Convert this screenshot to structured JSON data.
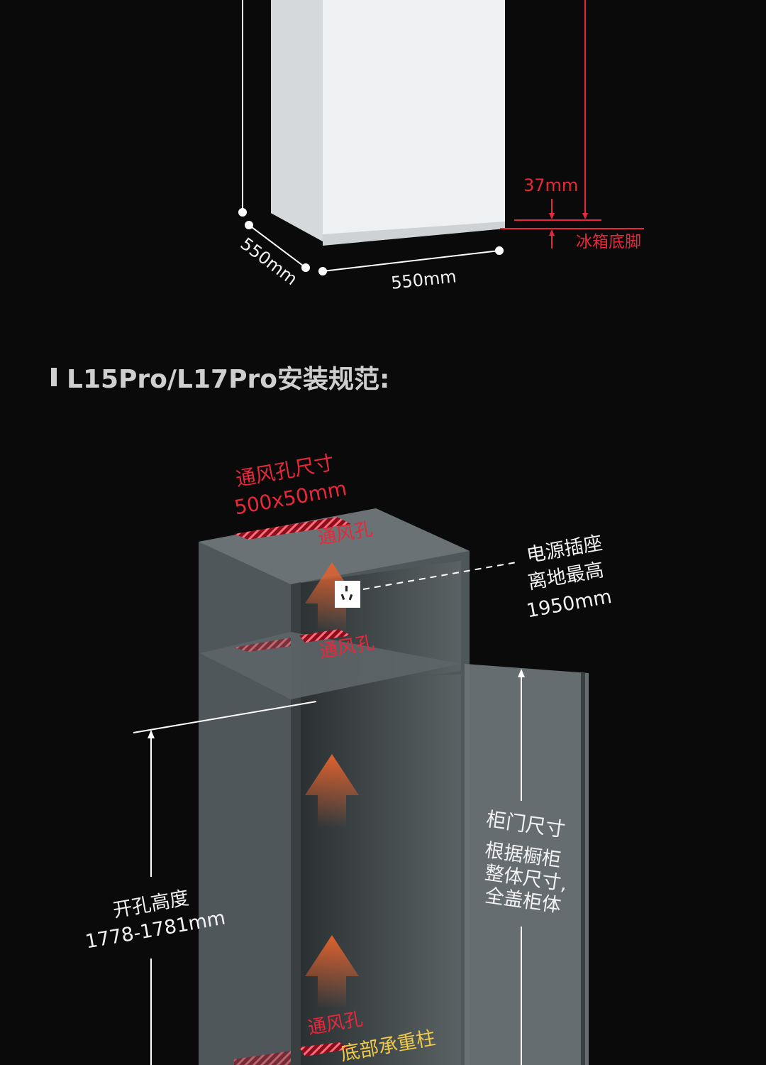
{
  "top_diagram": {
    "foot_gap": "37mm",
    "foot_label": "冰箱底脚",
    "depth": "550mm",
    "width": "550mm"
  },
  "heading": "L15Pro/L17Pro安装规范:",
  "install_diagram": {
    "vent_size_title": "通风孔尺寸",
    "vent_size_value": "500x50mm",
    "vent_top": "通风孔",
    "vent_middle": "通风孔",
    "vent_bottom": "通风孔",
    "socket_line1": "电源插座",
    "socket_line2": "离地最高",
    "socket_line3": "1950mm",
    "opening_title": "开孔高度",
    "opening_value": "1778-1781mm",
    "door_title": "柜门尺寸",
    "door_line1": "根据橱柜",
    "door_line2": "整体尺寸,",
    "door_line3": "全盖柜体",
    "support_post": "底部承重柱"
  },
  "colors": {
    "red": "#e8283a",
    "yellow": "#f0c94a",
    "background": "#0a0a0a"
  }
}
